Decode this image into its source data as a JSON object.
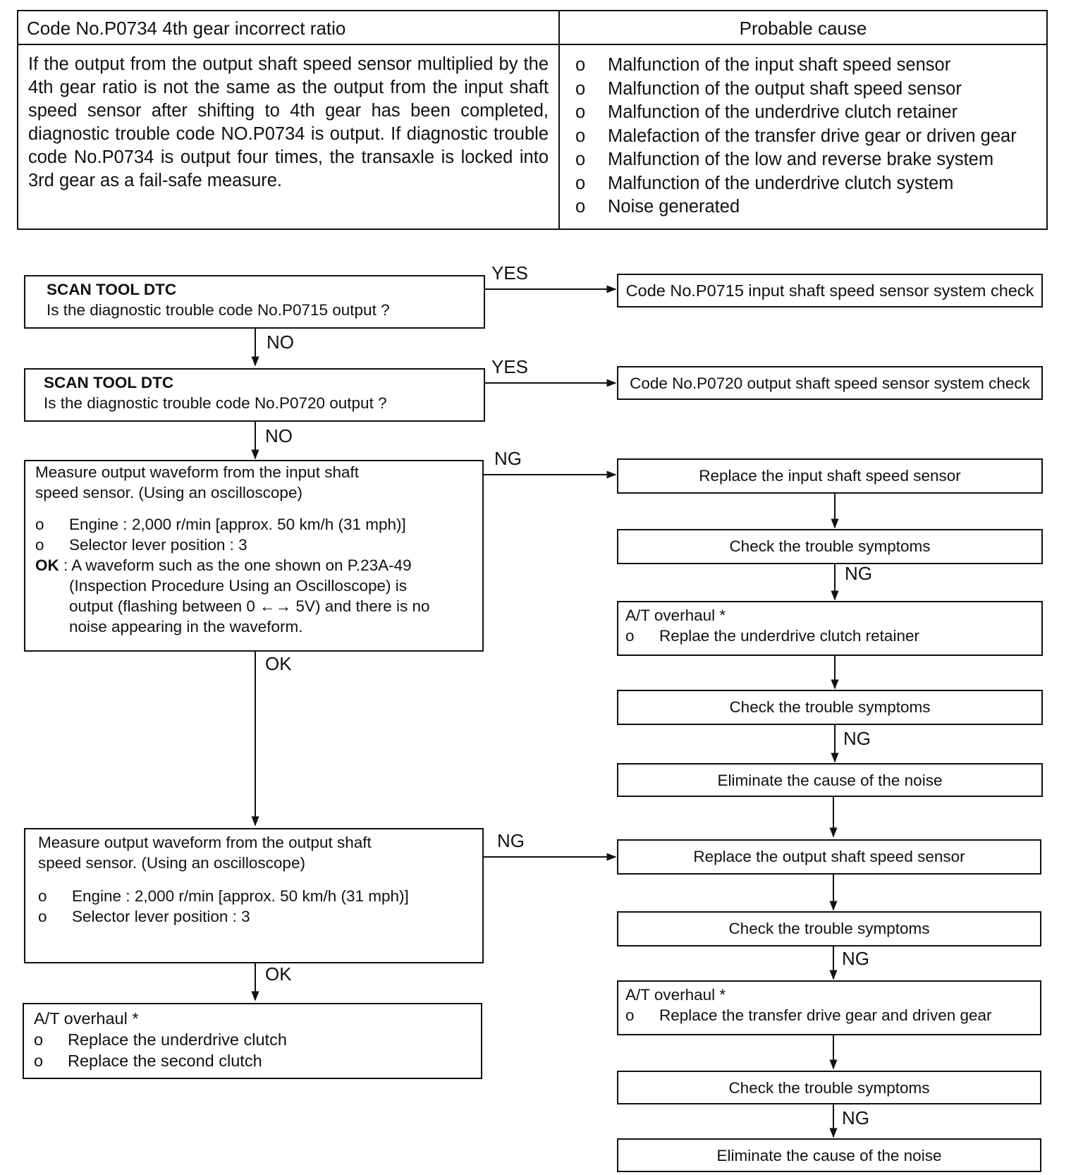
{
  "header": {
    "code_title": "Code No.P0734 4th gear incorrect ratio",
    "cause_title": "Probable cause",
    "description": "If the output from the output shaft speed sensor multiplied by the 4th gear ratio is not the same as the output from the input shaft speed sensor after shifting to 4th gear has been completed, diagnostic trouble code NO.P0734 is output. If diagnostic trouble code No.P0734 is output four times, the transaxle is locked into 3rd gear as a fail-safe measure.",
    "bullet": "o",
    "causes": [
      "Malfunction of the input shaft speed sensor",
      "Malfunction of the output shaft speed sensor",
      "Malfunction of the underdrive clutch retainer",
      "Malefaction of the transfer drive gear or driven gear",
      "Malfunction of the low and reverse brake system",
      "Malfunction of the underdrive clutch system",
      "Noise generated"
    ]
  },
  "flow": {
    "step1": {
      "title": "SCAN TOOL DTC",
      "question": "Is the diagnostic trouble code No.P0715 output ?"
    },
    "step2": {
      "title": "SCAN TOOL DTC",
      "question": "Is the diagnostic trouble code No.P0720 output ?"
    },
    "step3": {
      "line1": "Measure output waveform from the input shaft",
      "line2": "speed sensor. (Using an oscilloscope)",
      "items": [
        "Engine : 2,000 r/min [approx. 50 km/h (31 mph)]",
        "Selector lever position : 3"
      ],
      "ok_label": "OK",
      "ok_text_1": " : A waveform such as the one shown on P.23A-49",
      "ok_text_2": "(Inspection Procedure Using an Oscilloscope) is",
      "ok_text_3": "output (flashing between 0 ←→   5V) and there is no",
      "ok_text_4": "noise appearing in the waveform."
    },
    "step4": {
      "line1": "Measure output waveform from the output shaft",
      "line2": "speed sensor. (Using an oscilloscope)",
      "items": [
        "Engine : 2,000 r/min [approx. 50 km/h (31 mph)]",
        "Selector lever position : 3"
      ]
    },
    "overhaul_left": {
      "title": "A/T overhaul *",
      "items": [
        "Replace the underdrive clutch",
        "Replace the second clutch"
      ]
    },
    "right": {
      "p0715_check": "Code No.P0715 input shaft speed sensor system check",
      "p0720_check": "Code No.P0720 output shaft speed sensor system check",
      "replace_input": "Replace the input shaft speed sensor",
      "check1": "Check the trouble symptoms",
      "overhaul1_title": "A/T overhaul *",
      "overhaul1_item": "Replae the underdrive clutch retainer",
      "check2": "Check the trouble symptoms",
      "eliminate1": "Eliminate the cause of the noise",
      "replace_output": "Replace the output shaft speed sensor",
      "check3": "Check the trouble symptoms",
      "overhaul2_title": "A/T overhaul *",
      "overhaul2_item": "Replace the transfer drive gear and driven gear",
      "check4": "Check the trouble symptoms",
      "eliminate2": "Eliminate the cause of the noise"
    },
    "labels": {
      "yes": "YES",
      "no": "NO",
      "ng": "NG",
      "ok": "OK"
    }
  }
}
